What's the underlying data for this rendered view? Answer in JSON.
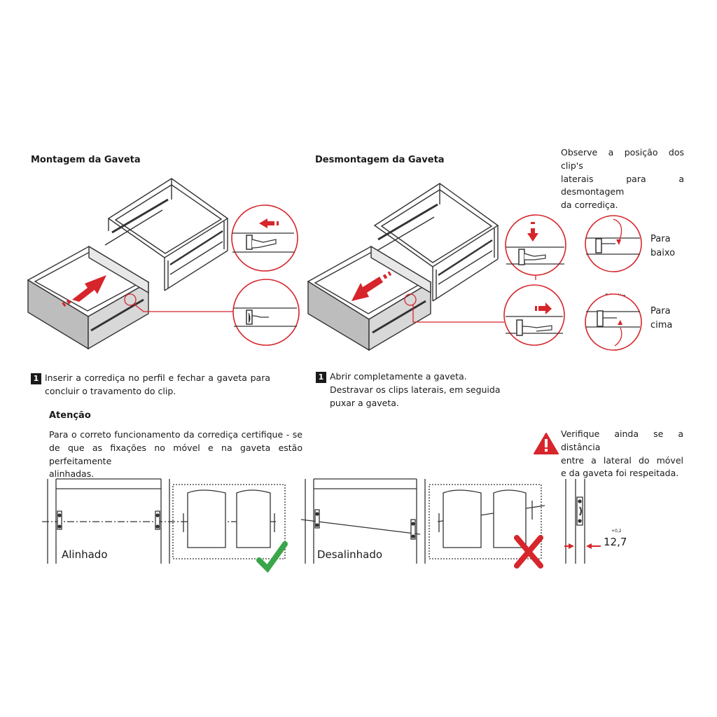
{
  "assembly": {
    "title": "Montagem da Gaveta",
    "step_number": "1",
    "step_text": [
      "Inserir a corrediça no perfil e fechar a gaveta para",
      "concluir o travamento do clip."
    ]
  },
  "disassembly": {
    "title": "Desmontagem da Gaveta",
    "step_number": "1",
    "step_text": [
      "Abrir completamente a gaveta.",
      "Destravar os clips laterais, em seguida",
      "puxar a gaveta."
    ]
  },
  "clip_note": {
    "text": [
      "Observe a posição dos clip's",
      "laterais para a desmontagem",
      "da corrediça."
    ],
    "left_label": "Esquerda",
    "right_label": "Direita",
    "down": [
      "Para",
      "baixo"
    ],
    "up": [
      "Para",
      "cima"
    ]
  },
  "attention": {
    "title": "Atenção",
    "text": [
      "Para o correto funcionamento da corrediça certifique - se",
      "de que as fixações no móvel e na gaveta estão perfeitamente",
      "alinhadas."
    ]
  },
  "warning": {
    "text": [
      "Verifique ainda se a distância",
      "entre a lateral do móvel",
      "e da gaveta foi respeitada."
    ]
  },
  "alignment": {
    "aligned_label": "Alinhado",
    "misaligned_label": "Desalinhado"
  },
  "dimension": {
    "value": "12,7",
    "tolerance": "+0,2"
  },
  "colors": {
    "accent": "#d6252b",
    "ok": "#3aa64a",
    "line": "#333333"
  }
}
